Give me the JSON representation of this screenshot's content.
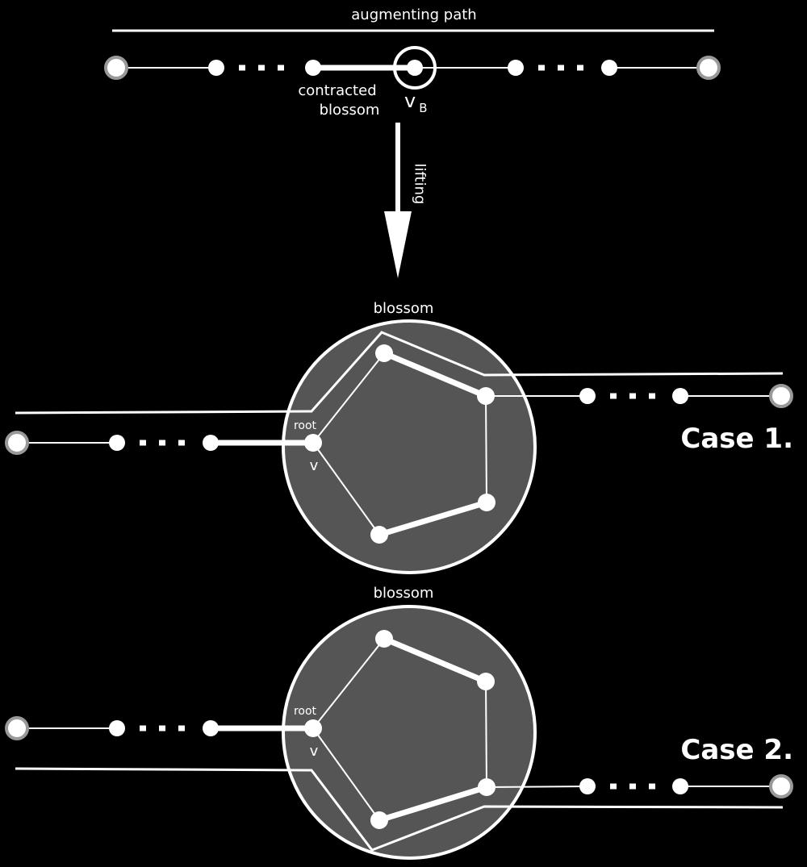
{
  "colors": {
    "background": "#000000",
    "stroke": "#ffffff",
    "blossom_fill": "#555555",
    "endpoint_ring": "#999999"
  },
  "top": {
    "title": "augmenting path",
    "contracted_label_line1": "contracted",
    "contracted_label_line2": "blossom",
    "vb_main": "v",
    "vb_sub": "B",
    "arrow_label": "lifting"
  },
  "case1": {
    "blossom_label": "blossom",
    "root_label": "root",
    "v_label": "v",
    "case_label": "Case 1."
  },
  "case2": {
    "blossom_label": "blossom",
    "root_label": "root",
    "v_label": "v",
    "case_label": "Case 2."
  }
}
